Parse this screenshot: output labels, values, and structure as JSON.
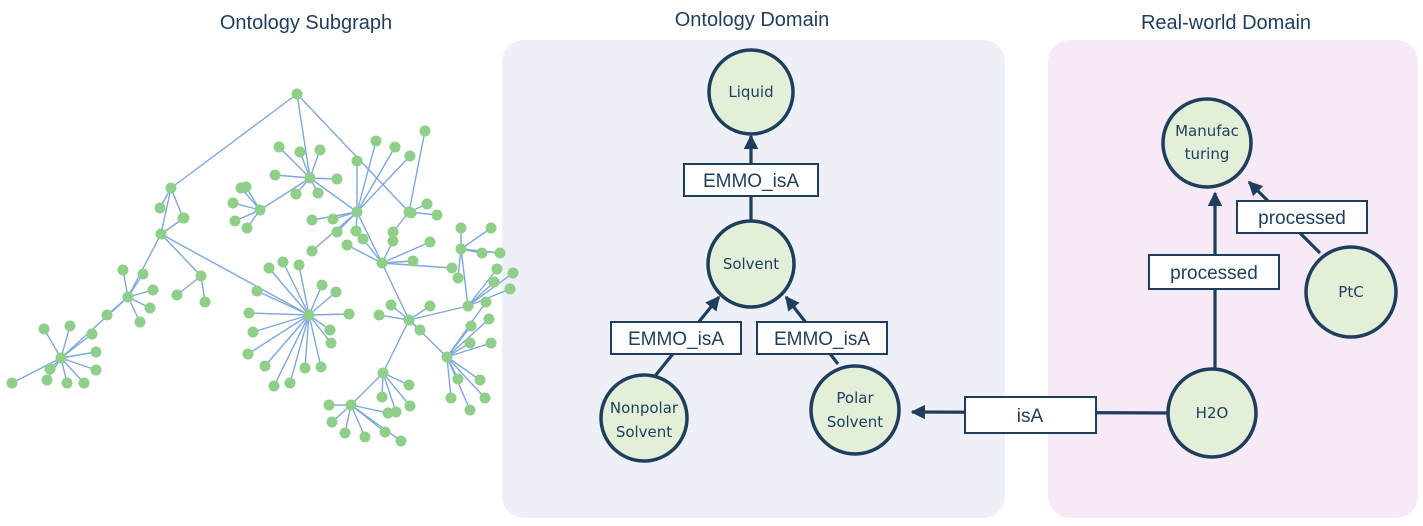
{
  "titles": {
    "subgraph": "Ontology Subgraph",
    "ontology": "Ontology Domain",
    "realworld": "Real-world Domain"
  },
  "colors": {
    "node_fill": "#e3efd8",
    "node_stroke": "#1f3d5c",
    "ontology_panel": "#eef0f8",
    "realworld_panel": "#f6eaf6",
    "subgraph_node": "#8fcf8a",
    "subgraph_edge": "#7ea8dc"
  },
  "nodes": {
    "liquid": [
      "Liquid"
    ],
    "solvent": [
      "Solvent"
    ],
    "nonpolar": [
      "Nonpolar",
      "Solvent"
    ],
    "polar": [
      "Polar",
      "Solvent"
    ],
    "manufacturing": [
      "Manufac",
      "turing"
    ],
    "ptc": [
      "PtC"
    ],
    "h2o": [
      "H2O"
    ]
  },
  "edges": {
    "solvent_liquid": "EMMO_isA",
    "nonpolar_solvent": "EMMO_isA",
    "polar_solvent": "EMMO_isA",
    "h2o_polar": "isA",
    "h2o_manufacturing": "processed",
    "ptc_manufacturing": "processed"
  }
}
